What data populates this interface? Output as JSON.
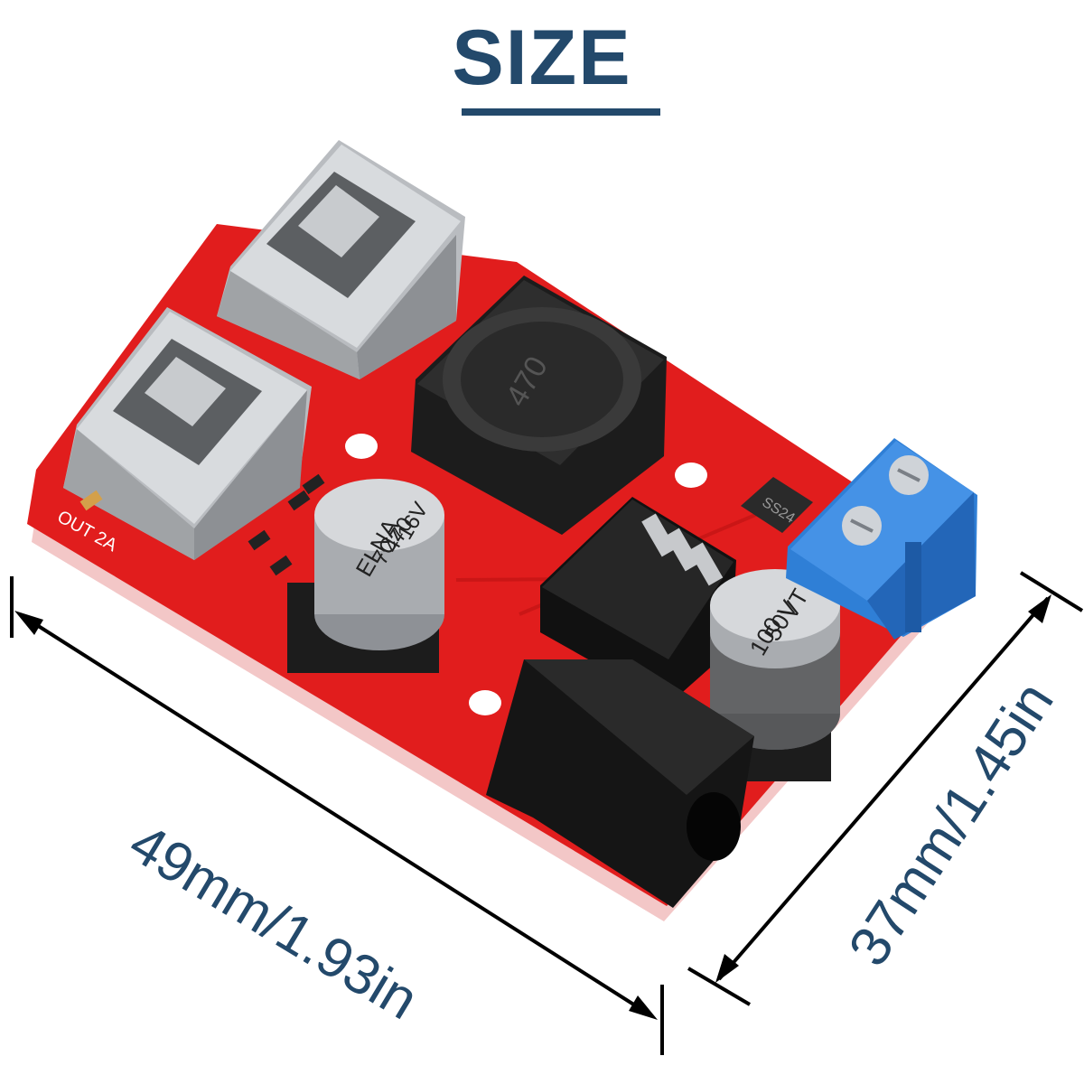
{
  "page": {
    "title": "SIZE",
    "colors": {
      "title": "#23496b",
      "dimension_text": "#23496b",
      "dimension_lines": "#000000",
      "pcb": "#e11d1d",
      "terminal": "#2f7fd6",
      "background": "#ffffff"
    }
  },
  "dimensions": {
    "width_label": "49mm/1.93in",
    "depth_label": "37mm/1.45in"
  },
  "board": {
    "silkscreen_output": "OUT 2A",
    "cap_small": {
      "line1": "ELNA",
      "line2": "7Cz",
      "line3": "470",
      "line4": "16V"
    },
    "cap_large": {
      "line1": "100",
      "line2": "50V",
      "line3": "VT"
    },
    "diode": "SS24",
    "inductor": "470"
  }
}
